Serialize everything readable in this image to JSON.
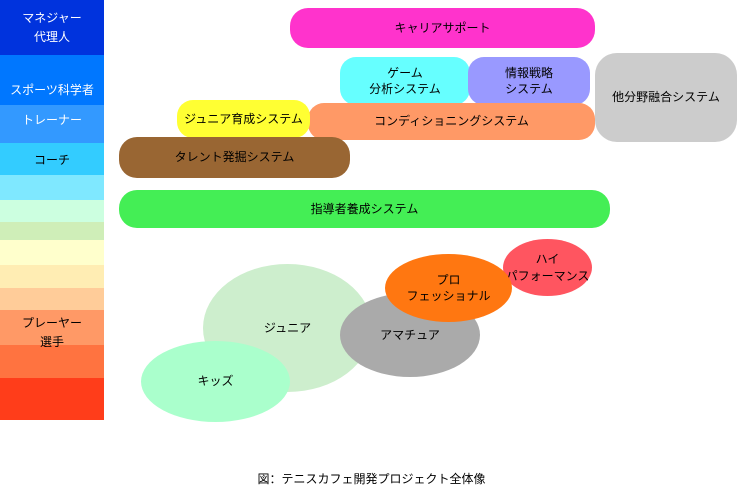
{
  "caption": "図：テニスカフェ開発プロジェクト全体像",
  "left_bar": {
    "roles": {
      "manager": "マネジャー\n代理人",
      "sports_scientist": "スポーツ科学者",
      "trainer": "トレーナー",
      "coach": "コーチ",
      "player": "プレーヤー\n選手"
    },
    "segment_colors": [
      "#0033dd",
      "#0077ff",
      "#3399ff",
      "#33ccff",
      "#7fe8ff",
      "#ccffe0",
      "#cfeeb8",
      "#ffffcc",
      "#ffedb3",
      "#ffcc99",
      "#ff9966",
      "#ff7340",
      "#ff3d1a"
    ]
  },
  "systems": {
    "career_support": {
      "label": "キャリアサポート",
      "color": "#ff33cc"
    },
    "game_analysis": {
      "label": "ゲーム\n分析システム",
      "color": "#66ffff"
    },
    "info_strategy": {
      "label": "情報戦略\nシステム",
      "color": "#9999ff"
    },
    "cross_field": {
      "label": "他分野融合システム",
      "color": "#cccccc"
    },
    "junior_dev": {
      "label": "ジュニア育成システム",
      "color": "#ffff33"
    },
    "conditioning": {
      "label": "コンディショニングシステム",
      "color": "#ff9966"
    },
    "talent_scouting": {
      "label": "タレント発掘システム",
      "color": "#996633"
    },
    "coach_training": {
      "label": "指導者養成システム",
      "color": "#44ee55"
    }
  },
  "levels": {
    "high_performance": {
      "label": "ハイ\nパフォーマンス",
      "color": "#ff5560"
    },
    "professional": {
      "label": "プロ\nフェッショナル",
      "color": "#ff7711"
    },
    "amateur": {
      "label": "アマチュア",
      "color": "#aaaaaa"
    },
    "junior": {
      "label": "ジュニア",
      "color": "#cdeecd"
    },
    "kids": {
      "label": "キッズ",
      "color": "#aaffcc"
    }
  }
}
